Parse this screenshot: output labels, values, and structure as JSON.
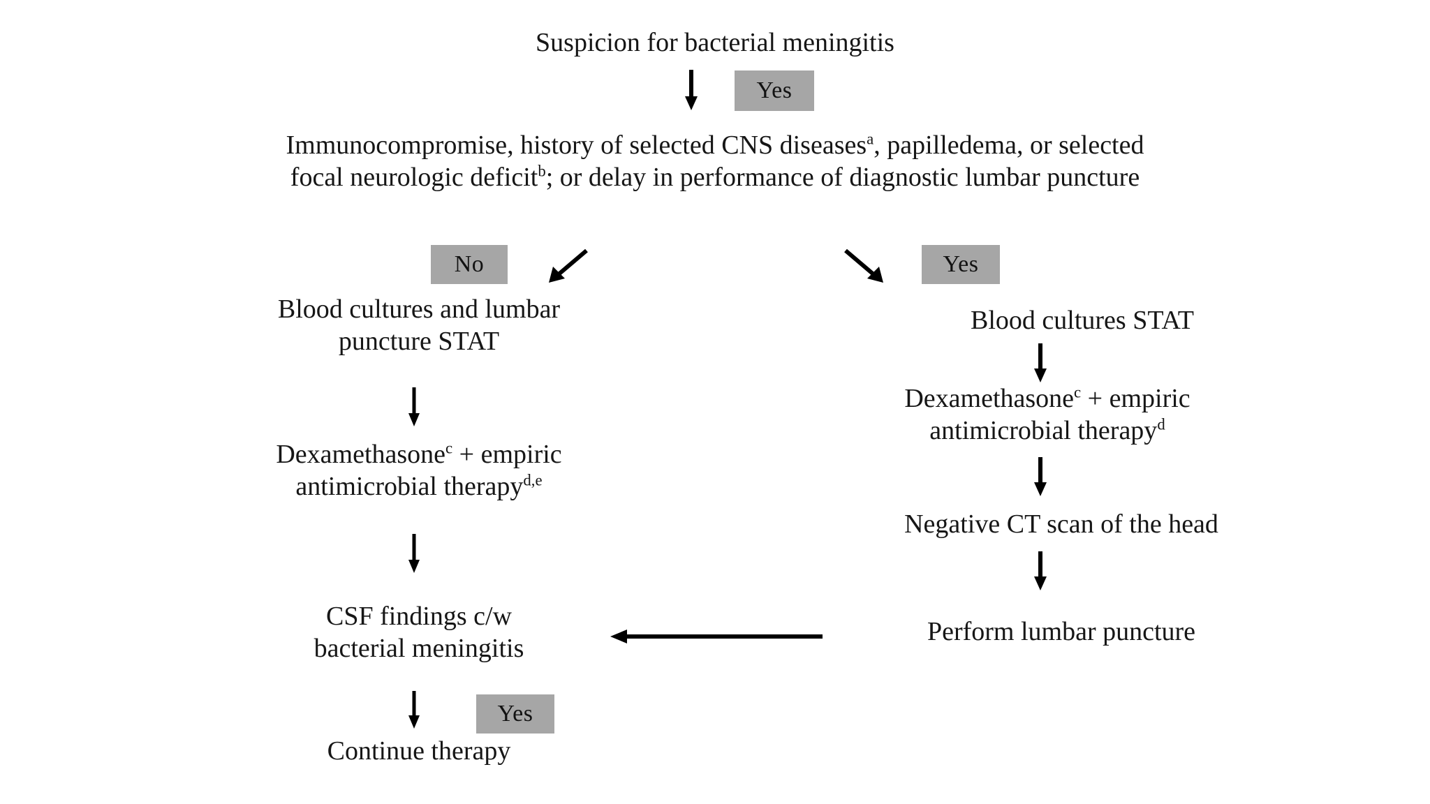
{
  "diagram": {
    "type": "flowchart",
    "title": "Suspicion for bacterial meningitis",
    "colors": {
      "badge_background": "#a6a6a6",
      "text": "#161616",
      "arrow": "#000000",
      "page_background": "#ffffff"
    },
    "nodes": {
      "start": "Suspicion for bacterial meningitis",
      "decision_line1_a": "Immunocompromise, history of selected CNS diseases",
      "decision_sup_a": "a",
      "decision_line1_b": ", papilledema, or selected",
      "decision_line2_a": "focal neurologic deficit",
      "decision_sup_b": "b",
      "decision_line2_b": "; or delay in performance of diagnostic lumbar puncture",
      "left_blood_cultures_line1": "Blood cultures and lumbar",
      "left_blood_cultures_line2": "puncture STAT",
      "left_dexamethasone_line1_a": "Dexamethasone",
      "left_dexamethasone_sup_c": "c",
      "left_dexamethasone_line1_b": " + empiric",
      "left_dexamethasone_line2_a": "antimicrobial therapy",
      "left_dexamethasone_sup_de": "d,e",
      "csf_findings_line1": "CSF findings c/w",
      "csf_findings_line2": "bacterial meningitis",
      "continue_therapy": "Continue therapy",
      "right_blood_cultures": "Blood cultures STAT",
      "right_dexamethasone_line1_a": "Dexamethasone",
      "right_dexamethasone_sup_c": "c",
      "right_dexamethasone_line1_b": " + empiric",
      "right_dexamethasone_line2_a": "antimicrobial therapy",
      "right_dexamethasone_sup_d": "d",
      "right_ct_scan": "Negative CT scan of the head",
      "right_lumbar_puncture": "Perform lumbar puncture"
    },
    "badges": {
      "start_yes": "Yes",
      "branch_no": "No",
      "branch_yes": "Yes",
      "csf_yes": "Yes"
    }
  }
}
